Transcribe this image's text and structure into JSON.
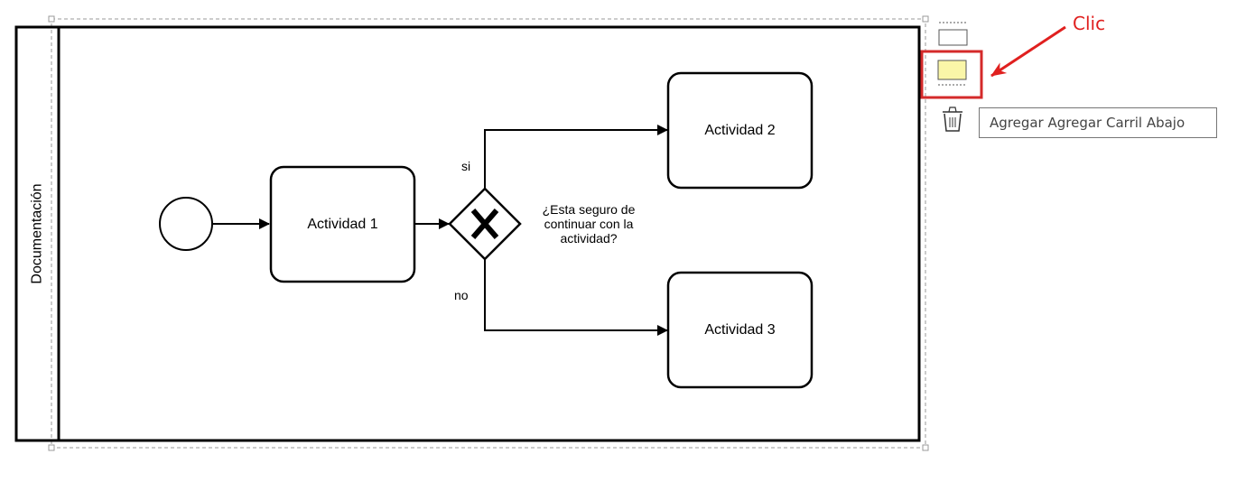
{
  "lane": {
    "title": "Documentación"
  },
  "tasks": [
    {
      "id": "task-1",
      "label": "Actividad 1"
    },
    {
      "id": "task-2",
      "label": "Actividad 2"
    },
    {
      "id": "task-3",
      "label": "Actividad 3"
    }
  ],
  "gateway": {
    "question_line1": "¿Esta seguro de",
    "question_line2": "continuar con la",
    "question_line3": "actividad?",
    "yes_label": "si",
    "no_label": "no"
  },
  "toolbar": {
    "tooltip": "Agregar Agregar Carril Abajo",
    "icons": [
      "add-lane-above-icon",
      "add-lane-below-icon",
      "trash-icon"
    ]
  },
  "annotation": {
    "text": "Clic",
    "color": "#e0201f"
  }
}
